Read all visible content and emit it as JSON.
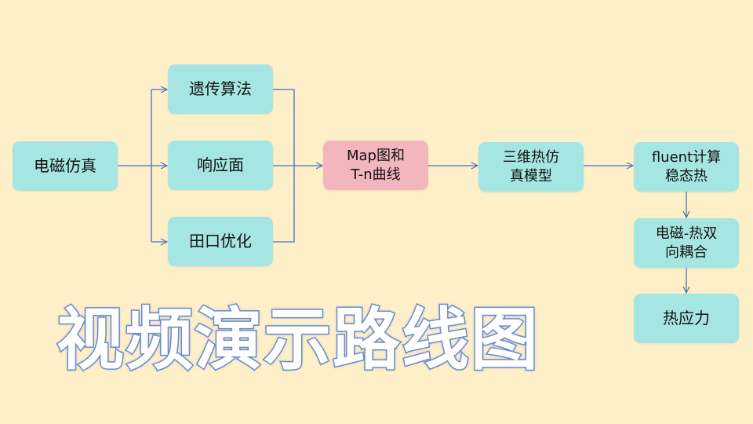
{
  "colors": {
    "background": "#fdefc8",
    "box": "#a6e6e2",
    "highlight": "#f3b6bd",
    "connector": "#4a6fc0"
  },
  "nodes": {
    "em_sim": "电磁仿真",
    "genetic": "遗传算法",
    "response": "响应面",
    "taguchi": "田口优化",
    "map_line1": "Map图和",
    "map_line2": "T-n曲线",
    "thermal3d_line1": "三维热仿",
    "thermal3d_line2": "真模型",
    "fluent_line1": "fluent计算",
    "fluent_line2": "稳态热",
    "coupling_line1": "电磁-热双",
    "coupling_line2": "向耦合",
    "stress": "热应力"
  },
  "title": "视频演示路线图"
}
